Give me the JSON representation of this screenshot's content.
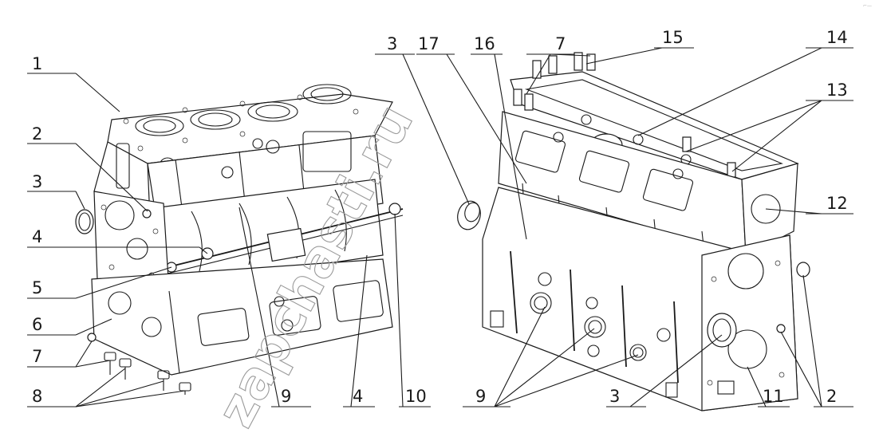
{
  "diagram": {
    "watermark": "zapchasti.ru",
    "corner_mark": "⌐—",
    "left_callouts": [
      {
        "id": "c1",
        "label": "1"
      },
      {
        "id": "c2",
        "label": "2"
      },
      {
        "id": "c3",
        "label": "3"
      },
      {
        "id": "c4",
        "label": "4"
      },
      {
        "id": "c5",
        "label": "5"
      },
      {
        "id": "c6",
        "label": "6"
      },
      {
        "id": "c7",
        "label": "7"
      },
      {
        "id": "c8",
        "label": "8"
      },
      {
        "id": "c9",
        "label": "9"
      },
      {
        "id": "c4b",
        "label": "4"
      },
      {
        "id": "c10",
        "label": "10"
      }
    ],
    "right_callouts": [
      {
        "id": "r3",
        "label": "3"
      },
      {
        "id": "r17",
        "label": "17"
      },
      {
        "id": "r16",
        "label": "16"
      },
      {
        "id": "r7",
        "label": "7"
      },
      {
        "id": "r15",
        "label": "15"
      },
      {
        "id": "r14",
        "label": "14"
      },
      {
        "id": "r13",
        "label": "13"
      },
      {
        "id": "r12",
        "label": "12"
      },
      {
        "id": "r9",
        "label": "9"
      },
      {
        "id": "r3b",
        "label": "3"
      },
      {
        "id": "r11",
        "label": "11"
      },
      {
        "id": "r2",
        "label": "2"
      }
    ]
  }
}
